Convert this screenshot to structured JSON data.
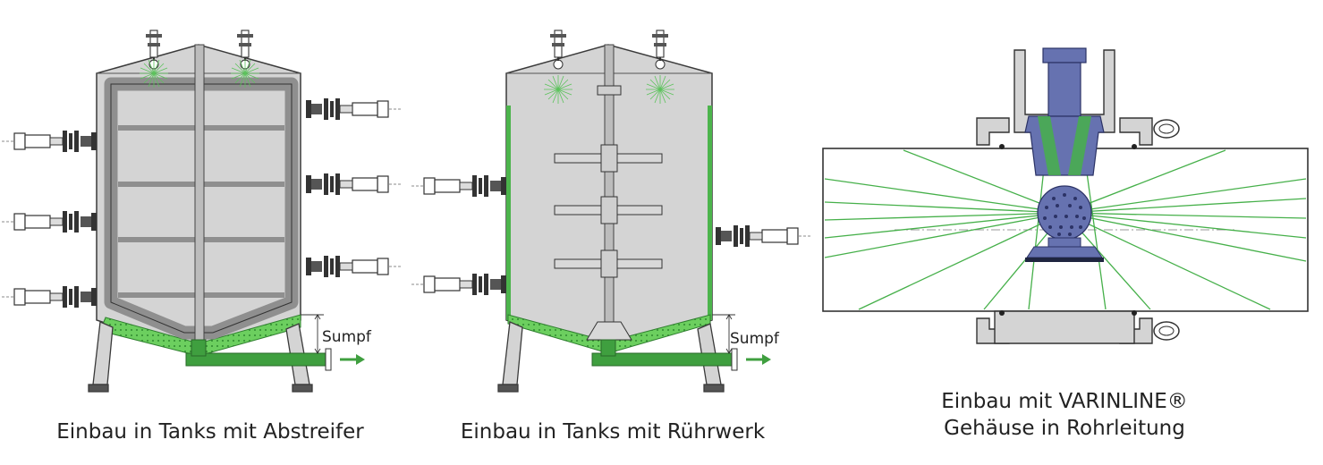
{
  "panels": [
    {
      "id": "scraper",
      "caption": "Einbau in Tanks mit Abstreifer",
      "sump_label": "Sumpf"
    },
    {
      "id": "agitator",
      "caption": "Einbau in Tanks mit Rührwerk",
      "sump_label": "Sumpf"
    },
    {
      "id": "varinline",
      "caption_line1": "Einbau mit VARINLINE®",
      "caption_line2": "Gehäuse in Rohrleitung"
    }
  ],
  "colors": {
    "tank_fill": "#d4d4d4",
    "outline": "#3a3a3a",
    "frame_gray": "#9a9a9a",
    "spray_green": "#46b04a",
    "pipe_green": "#3f9f3f",
    "housing_blue": "#6672b0"
  }
}
